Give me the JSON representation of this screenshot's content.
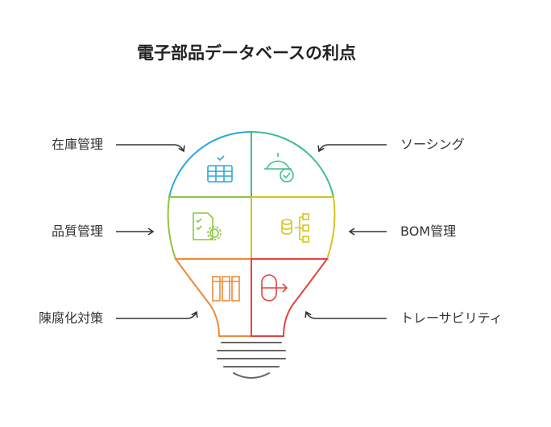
{
  "title": "電子部品データベースの利点",
  "left_labels": [
    "在庫管理",
    "品質管理",
    "陳腐化対策"
  ],
  "right_labels": [
    "ソーシング",
    "BOM管理",
    "トレーサビリティ"
  ],
  "colors": {
    "inventory": "#29a9d8",
    "sourcing": "#3dbf8c",
    "quality": "#8cc63f",
    "bom": "#d4c51e",
    "obsolescence": "#ec8a3a",
    "traceability": "#e2433f",
    "base": "#666666",
    "text": "#333333"
  },
  "icons": {
    "inventory": "database-rack-icon",
    "sourcing": "cloche-check-icon",
    "quality": "document-gear-icon",
    "bom": "coins-hierarchy-icon",
    "obsolescence": "columns-icon",
    "traceability": "capsule-arrow-icon"
  }
}
